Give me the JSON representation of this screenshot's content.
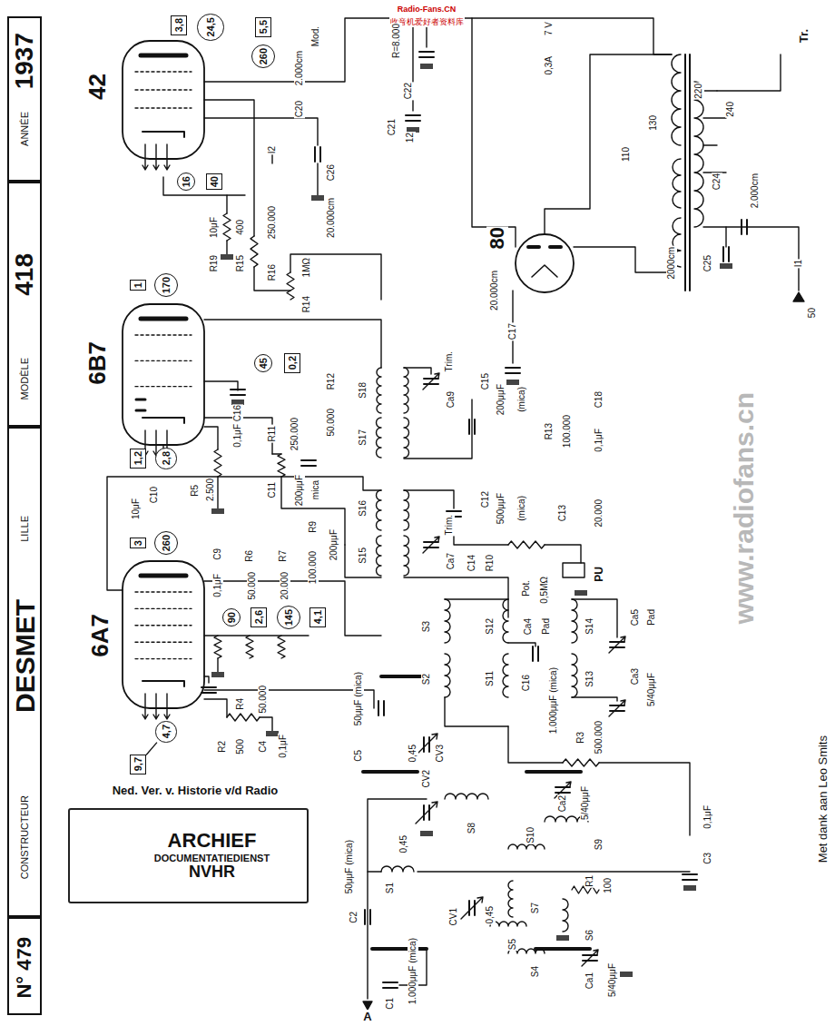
{
  "diagram": {
    "nodes": [
      {
        "text": [
          "N° 479"
        ]
      },
      {
        "text": [
          "CONSTRUCTEUR",
          "DESMET",
          "LILLE"
        ]
      },
      {
        "text": [
          "MODÈLE",
          "418"
        ]
      },
      {
        "text": [
          "ANNÉE",
          "1937"
        ]
      },
      {
        "text": [
          "ARCHIEF",
          "DOCUMENTATIEDIENST",
          "NVHR"
        ]
      },
      {
        "text": [
          "24,5"
        ]
      },
      {
        "text": [
          "3,8"
        ]
      },
      {
        "text": [
          "260"
        ]
      },
      {
        "text": [
          "5,5"
        ]
      },
      {
        "text": [
          "16"
        ]
      },
      {
        "text": [
          "40"
        ]
      },
      {
        "text": [
          "170"
        ]
      },
      {
        "text": [
          "1"
        ]
      },
      {
        "text": [
          "45"
        ]
      },
      {
        "text": [
          "0,2"
        ]
      },
      {
        "text": [
          "2,8"
        ]
      },
      {
        "text": [
          "1,2"
        ]
      },
      {
        "text": [
          "260"
        ]
      },
      {
        "text": [
          "3"
        ]
      },
      {
        "text": [
          "90"
        ]
      },
      {
        "text": [
          "2,6"
        ]
      },
      {
        "text": [
          "145"
        ]
      },
      {
        "text": [
          "4,1"
        ]
      },
      {
        "text": [
          "4,7"
        ]
      },
      {
        "text": [
          "9,7"
        ]
      }
    ],
    "edges": [
      {
        "from": 23,
        "to": 24,
        "arrow": "none"
      }
    ],
    "labels": [
      "Radio-Fans.CN",
      "收音机爱好者资料库",
      "42",
      "6B7",
      "6A7",
      "80",
      "Tr.",
      "7 V",
      "0,3A",
      "Mod.",
      "R=8.000",
      "C22",
      "C21",
      "12",
      "220",
      "240",
      "130",
      "110",
      "C24",
      "2.000cm",
      "C25",
      "2000cm",
      "I1",
      "50",
      "Met dank aan Leo Smits",
      "C17",
      "20.000cm",
      "2.000cm",
      "C20",
      "I2",
      "C26",
      "20.000cm",
      "R19",
      "10μF",
      "R15",
      "400",
      "R16",
      "250.000",
      "R14",
      "1MΩ",
      "C16",
      "0,1μF",
      "R5",
      "2.500",
      "C10",
      "10μF",
      "R11",
      "250.000",
      "C11",
      "200μμF",
      "mica",
      "R12",
      "50.000",
      "S18",
      "S17",
      "S16",
      "S15",
      "Trim.",
      "Ca9",
      "Trim.",
      "Ca7",
      "C15",
      "200μμF",
      "(mica)",
      "R13",
      "100.000",
      "C18",
      "0,1μF",
      "C12",
      "500μμF",
      "(mica)",
      "C13",
      "20.000",
      "R9",
      "100.000",
      "200μμF",
      "C14",
      "R10",
      "Pot.",
      "0,5MΩ",
      "PU",
      "www.radiofans.cn",
      "C9",
      "0,1μF",
      "R6",
      "50.000",
      "R7",
      "20.000",
      "S3",
      "S2",
      "S12",
      "S11",
      "Ca4",
      "Pad",
      "C16",
      "1.000μμF (mica)",
      "S14",
      "S13",
      "Ca5",
      "Pad",
      "Ca3",
      "5/40μμF",
      "C5",
      "50μμF (mica)",
      "R4",
      "50.000",
      "R2",
      "500",
      "C4",
      "0,1μF",
      "CV3",
      "0,45",
      "R3",
      "500.000",
      "Ned. Ver. v. Historie v/d Radio",
      "CV2",
      "0,45",
      "S8",
      "Ca2",
      "5/40μμF",
      "S9",
      "S1",
      "S10",
      "C3",
      "0,1μF",
      "S7",
      "R1",
      "100",
      "S6",
      "CV1",
      "0,45",
      "S5",
      "S4",
      "Ca1",
      "5/40μμF",
      "C2",
      "50μμF (mica)",
      "C1",
      "1.000μμF (mica)",
      "A"
    ]
  }
}
